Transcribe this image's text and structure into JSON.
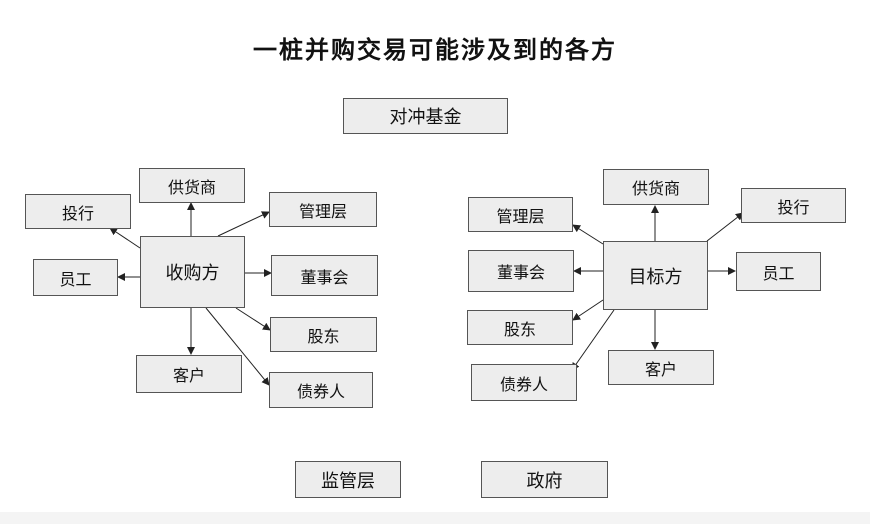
{
  "title": "一桩并购交易可能涉及到的各方",
  "hedge_fund": "对冲基金",
  "acquirer": {
    "center": "收购方",
    "investment_bank": "投行",
    "supplier": "供货商",
    "management": "管理层",
    "employees": "员工",
    "board": "董事会",
    "shareholders": "股东",
    "customers": "客户",
    "bondholders": "债券人"
  },
  "target": {
    "center": "目标方",
    "supplier": "供货商",
    "management": "管理层",
    "investment_bank": "投行",
    "board": "董事会",
    "employees": "员工",
    "shareholders": "股东",
    "bondholders": "债券人",
    "customers": "客户"
  },
  "regulators": "监管层",
  "government": "政府"
}
